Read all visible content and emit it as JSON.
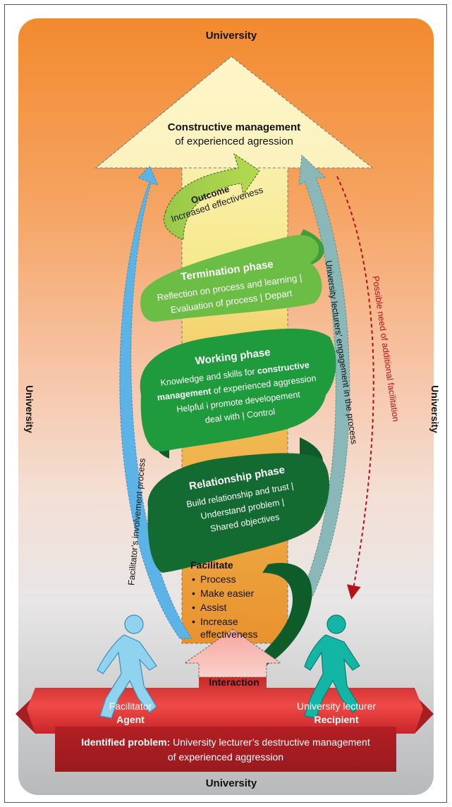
{
  "labels": {
    "top": "University",
    "bottom": "University",
    "left": "University",
    "right": "University"
  },
  "outcome_goal": {
    "bold": "Constructive management",
    "normal": "of experienced agression"
  },
  "outcome": {
    "title": "Outcome",
    "text": "Increased effectiveness"
  },
  "phases": {
    "termination": {
      "title": "Termination phase",
      "line1": "Reflection on process and learning |",
      "line2": "Evaluation of process | Depart"
    },
    "working": {
      "title": "Working phase",
      "line1_pre": "Knowledge and skills for ",
      "line1_bold": "constructive",
      "line2_bold": "management",
      "line2_post": " of experienced aggression",
      "line3": "Helpful i promote developement",
      "line4": "deal with | Control"
    },
    "relationship": {
      "title": "Relationship phase",
      "line1": "Build relationship and trust |",
      "line2": "Understand problem |",
      "line3": "Shared objectives"
    }
  },
  "facilitate": {
    "title": "Facilitate",
    "items": [
      "Process",
      "Make easier",
      "Assist",
      "Increase",
      "effectiveness"
    ]
  },
  "interaction": "Interaction",
  "facilitator": {
    "role": "Facilitator",
    "title": "Agent"
  },
  "lecturer": {
    "role": "University lecturer",
    "title": "Recipient"
  },
  "problem": {
    "bold": "Identified problem:",
    "line1": " University lecturer’s destructive management",
    "line2": "of experienced aggression"
  },
  "left_arrow_text": "Facilitator’s involvement process",
  "right_arrow_text": "University lecturers’ engagement in the process",
  "dashed_arrow_text": "Possible need of additional facilitation",
  "colors": {
    "facilitator_arrow": "#5bb3e6",
    "lecturer_arrow": "#8ab8b8",
    "termination": "#6cbd45",
    "working": "#1f9a3c",
    "relationship": "#136b32",
    "banner": "#d42a2a",
    "dashed": "#b5121b"
  }
}
